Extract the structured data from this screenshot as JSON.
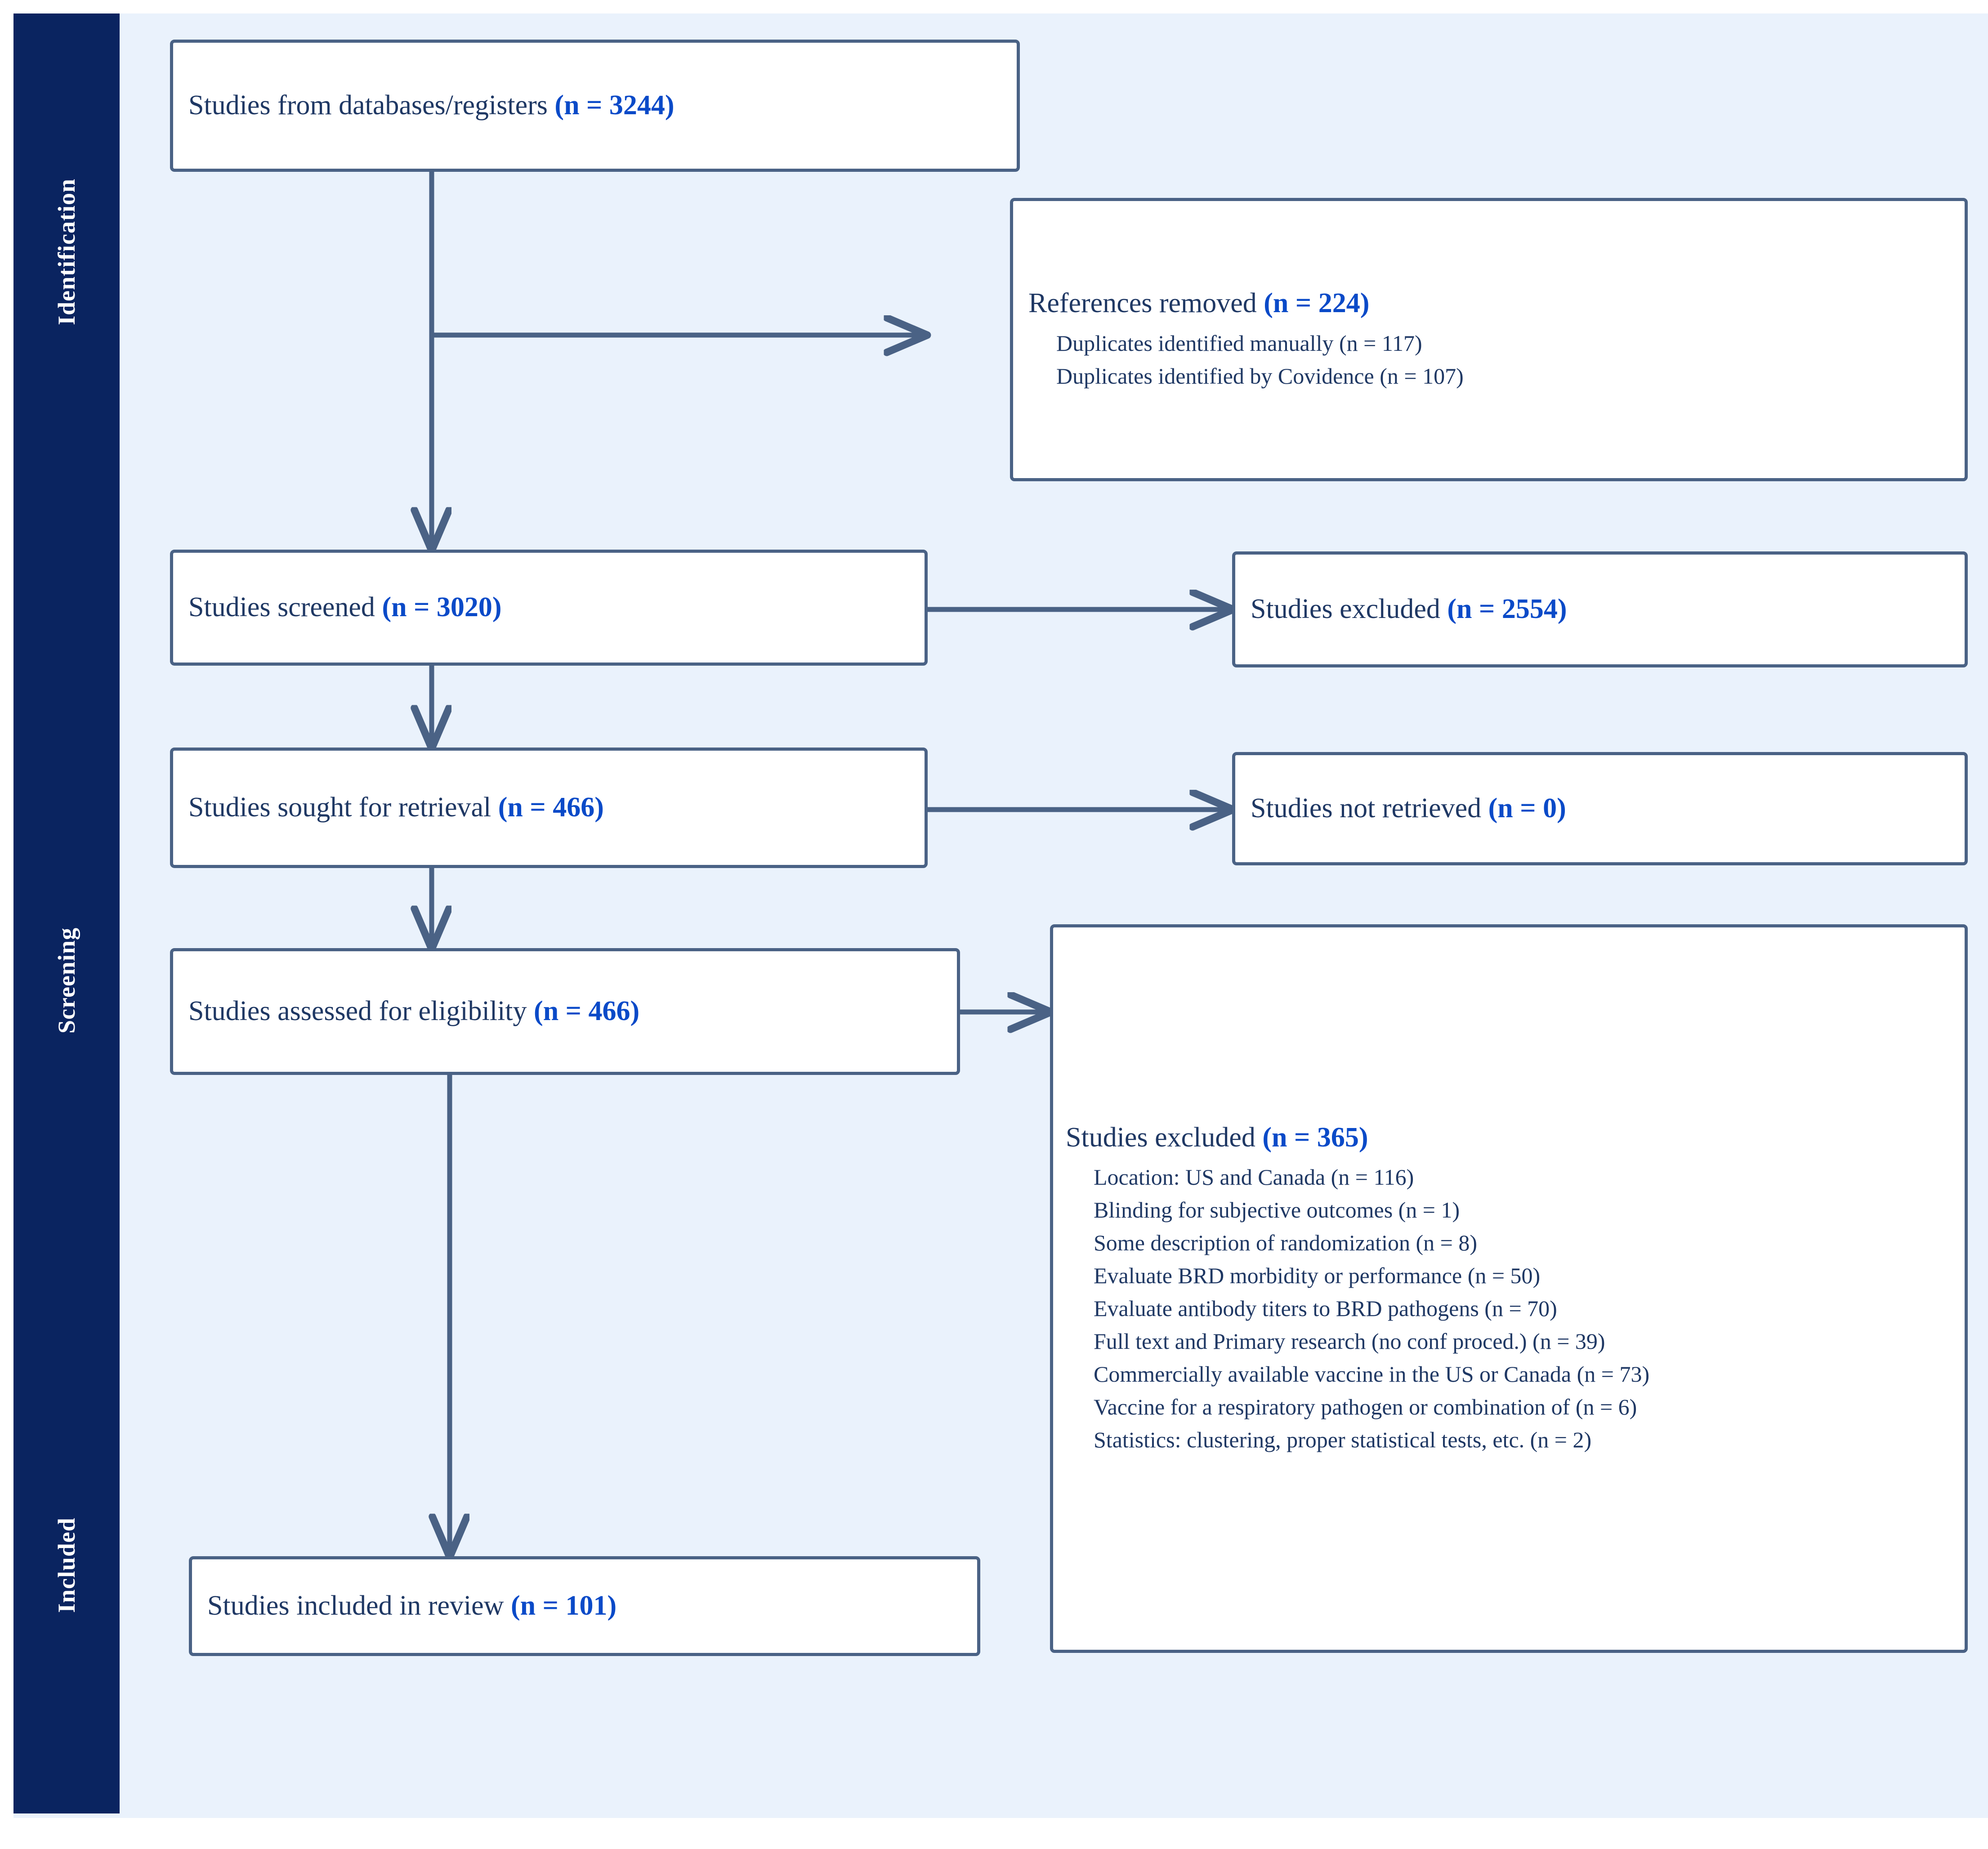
{
  "diagram": {
    "type": "prisma-flow-diagram",
    "background_color": "#eaf2fc",
    "band_color": "#0a2460",
    "box_border_color": "#4a6285",
    "text_color": "#1f3864",
    "count_color": "#0a4ac8"
  },
  "phases": [
    {
      "label": "Identification"
    },
    {
      "label": "Screening"
    },
    {
      "label": "Included"
    }
  ],
  "boxes": {
    "records_identified": {
      "text": "Studies from databases/registers ",
      "count": "(n = 3244)"
    },
    "references_removed": {
      "text": "References removed ",
      "count": "(n = 224)",
      "items": [
        "Duplicates identified manually (n = 117)",
        "Duplicates identified by Covidence (n = 107)"
      ]
    },
    "studies_screened": {
      "text": "Studies screened ",
      "count": "(n = 3020)"
    },
    "studies_excluded_screening": {
      "text": "Studies excluded ",
      "count": "(n = 2554)"
    },
    "studies_sought": {
      "text": "Studies sought for retrieval ",
      "count": "(n = 466)"
    },
    "studies_not_retrieved": {
      "text": "Studies not retrieved ",
      "count": "(n = 0)"
    },
    "studies_assessed": {
      "text": "Studies assessed for eligibility ",
      "count": "(n = 466)"
    },
    "studies_excluded_eligibility": {
      "text": "Studies excluded ",
      "count": "(n = 365)",
      "items": [
        "Location: US and Canada (n = 116)",
        "Blinding for subjective outcomes (n = 1)",
        "Some description of randomization (n = 8)",
        "Evaluate BRD morbidity or performance (n = 50)",
        "Evaluate antibody titers to BRD pathogens (n = 70)",
        "Full text and Primary research (no conf proced.) (n = 39)",
        "Commercially available vaccine in the US or Canada (n = 73)",
        "Vaccine for a respiratory pathogen or combination of (n = 6)",
        "Statistics: clustering, proper statistical tests, etc. (n = 2)"
      ]
    },
    "studies_included": {
      "text": "Studies included in review ",
      "count": "(n = 101)"
    }
  }
}
